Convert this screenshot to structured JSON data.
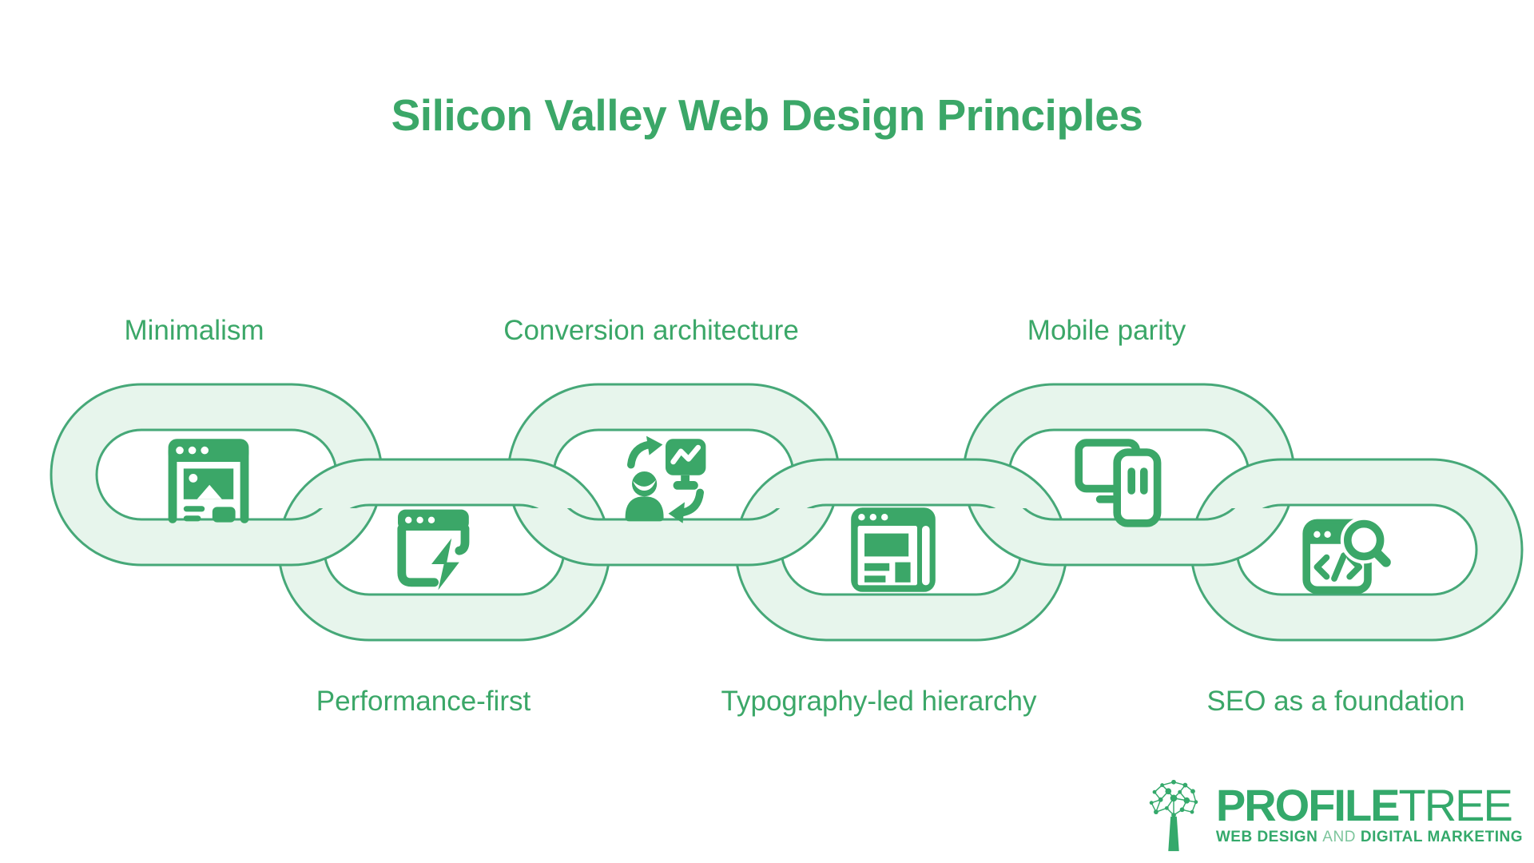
{
  "title": "Silicon Valley Web Design Principles",
  "principles": [
    {
      "label": "Minimalism",
      "icon": "browser-image-icon",
      "row": "top"
    },
    {
      "label": "Performance-first",
      "icon": "browser-lightning-icon",
      "row": "bottom"
    },
    {
      "label": "Conversion architecture",
      "icon": "user-conversion-chart-icon",
      "row": "top"
    },
    {
      "label": "Typography-led hierarchy",
      "icon": "browser-layout-blocks-icon",
      "row": "bottom"
    },
    {
      "label": "Mobile parity",
      "icon": "desktop-and-phone-icon",
      "row": "top"
    },
    {
      "label": "SEO as a foundation",
      "icon": "browser-code-search-icon",
      "row": "bottom"
    }
  ],
  "logo": {
    "brand_bold": "PROFILE",
    "brand_light": "TREE",
    "tagline_bold_1": "WEB DESIGN",
    "tagline_light": "AND",
    "tagline_bold_2": "DIGITAL MARKETING"
  },
  "colors": {
    "green": "#3BA768",
    "ring_fill": "#E7F5EC",
    "ring_stroke": "#46A878",
    "logo_green": "#34A96B",
    "tagline_light": "#7CC59C",
    "background": "#FFFFFF"
  }
}
